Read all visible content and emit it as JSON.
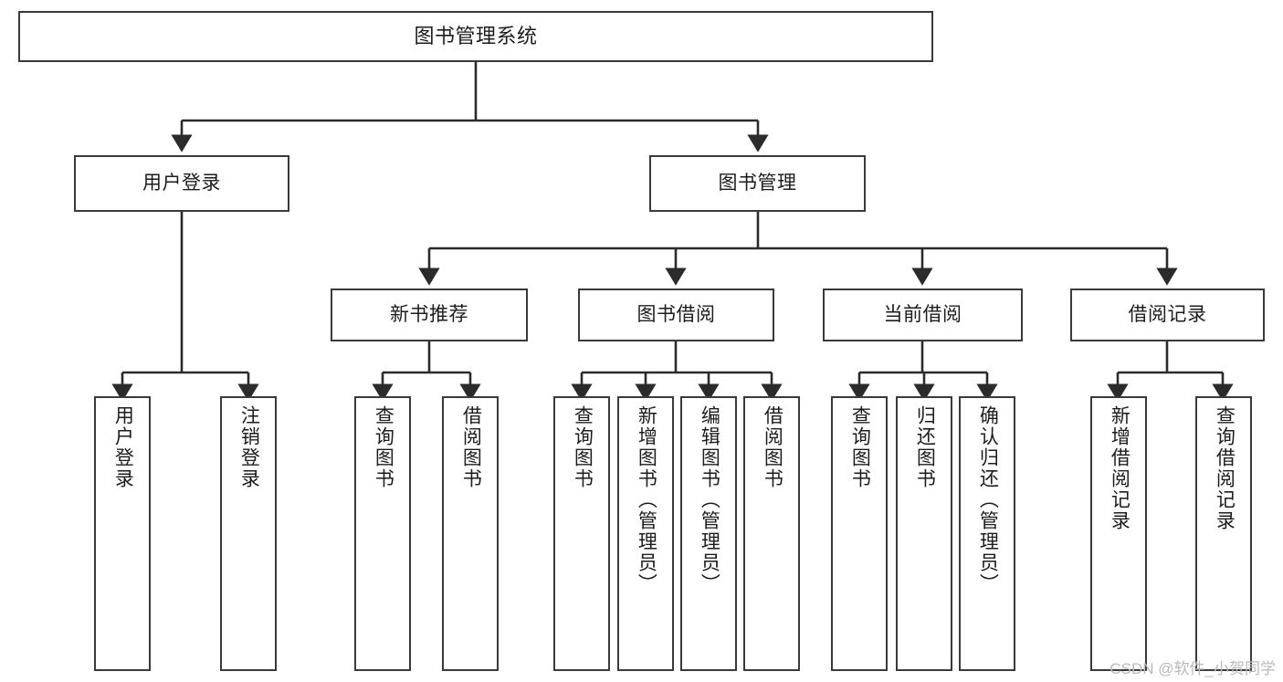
{
  "diagram": {
    "title": "图书管理系统",
    "type": "tree-hierarchy",
    "levels": 4,
    "colors": {
      "box_border": "#3a3a3a",
      "box_fill": "#ffffff",
      "connector": "#2b2b2b",
      "text": "#1c1c1c",
      "watermark": "#b9b9b9",
      "background": "#ffffff"
    },
    "nodes": {
      "root": {
        "label": "图书管理系统"
      },
      "level2": [
        {
          "id": "user-login",
          "label": "用户登录"
        },
        {
          "id": "book-manage",
          "label": "图书管理"
        }
      ],
      "level3": [
        {
          "id": "new-book-recommend",
          "label": "新书推荐",
          "parent": "book-manage"
        },
        {
          "id": "book-borrow",
          "label": "图书借阅",
          "parent": "book-manage"
        },
        {
          "id": "current-borrow",
          "label": "当前借阅",
          "parent": "book-manage"
        },
        {
          "id": "borrow-record",
          "label": "借阅记录",
          "parent": "book-manage"
        }
      ],
      "level4": [
        {
          "id": "leaf-user-login",
          "label": "用户登录",
          "parent": "user-login"
        },
        {
          "id": "leaf-logout-login",
          "label": "注销登录",
          "parent": "user-login"
        },
        {
          "id": "leaf-query-book-1",
          "label": "查询图书",
          "parent": "new-book-recommend"
        },
        {
          "id": "leaf-borrow-book-1",
          "label": "借阅图书",
          "parent": "new-book-recommend"
        },
        {
          "id": "leaf-query-book-2",
          "label": "查询图书",
          "parent": "book-borrow"
        },
        {
          "id": "leaf-add-book",
          "label": "新增图书（管理员）",
          "parent": "book-borrow"
        },
        {
          "id": "leaf-edit-book",
          "label": "编辑图书（管理员）",
          "parent": "book-borrow"
        },
        {
          "id": "leaf-borrow-book-2",
          "label": "借阅图书",
          "parent": "book-borrow"
        },
        {
          "id": "leaf-query-book-3",
          "label": "查询图书",
          "parent": "current-borrow"
        },
        {
          "id": "leaf-return-book",
          "label": "归还图书",
          "parent": "current-borrow"
        },
        {
          "id": "leaf-confirm-return",
          "label": "确认归还（管理员）",
          "parent": "current-borrow"
        },
        {
          "id": "leaf-add-record",
          "label": "新增借阅记录",
          "parent": "borrow-record"
        },
        {
          "id": "leaf-query-record",
          "label": "查询借阅记录",
          "parent": "borrow-record"
        }
      ]
    },
    "watermark": "CSDN @软件_小贺同学"
  }
}
